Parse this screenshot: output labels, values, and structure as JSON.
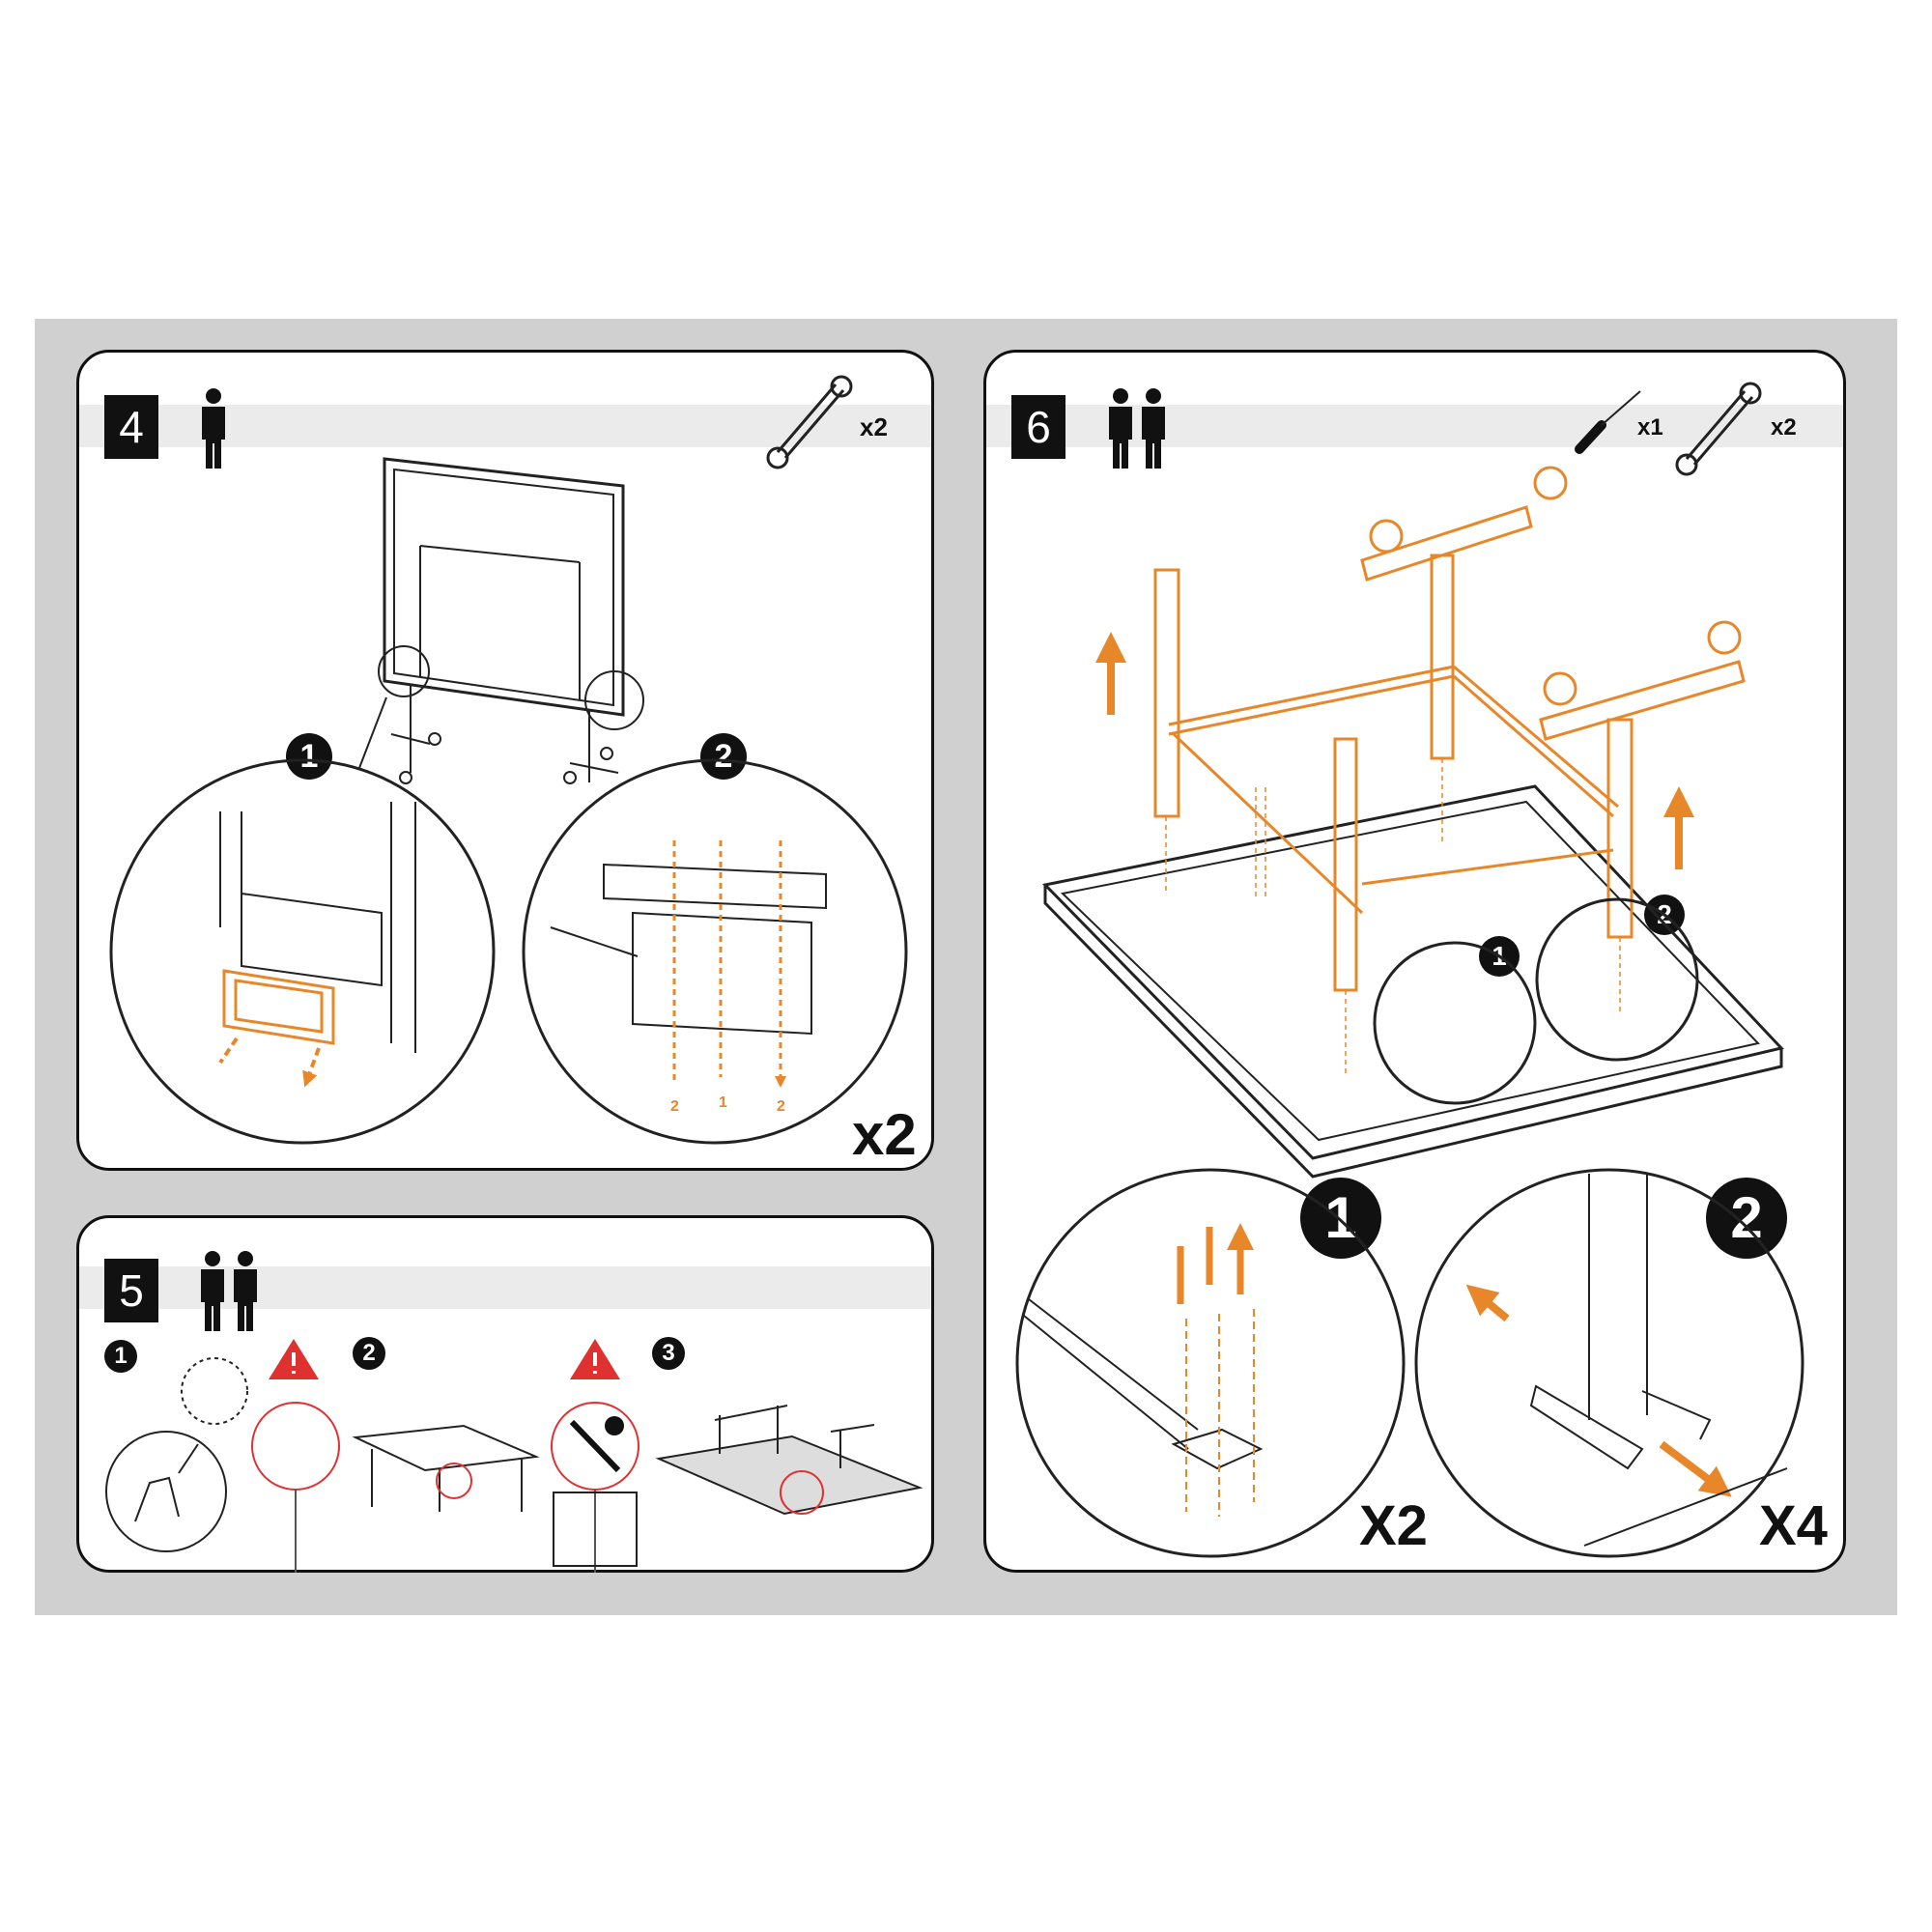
{
  "colors": {
    "accent": "#e8872a",
    "warning": "#e03131",
    "frame": "#d0d0d0"
  },
  "step4": {
    "number": "4",
    "people": 1,
    "tool_count": "x2",
    "tool_icon": "wrench-icon",
    "detail_1": "1",
    "detail_2": "2",
    "order_labels": [
      "2",
      "1",
      "2"
    ],
    "repeat": "x2"
  },
  "step5": {
    "number": "5",
    "people": 2,
    "sub_1": "1",
    "sub_2": "2",
    "sub_3": "3",
    "warning_icon": "warning-icon"
  },
  "step6": {
    "number": "6",
    "people": 2,
    "screwdriver_count": "x1",
    "wrench_count": "x2",
    "detail_1": "1",
    "detail_2": "2",
    "repeat_1": "X2",
    "repeat_2": "X4"
  }
}
